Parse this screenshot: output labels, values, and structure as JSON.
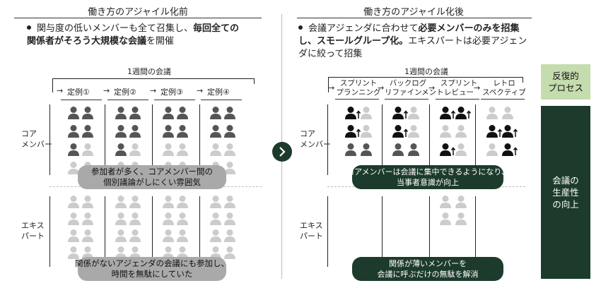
{
  "colors": {
    "dark_green": "#1d3b2c",
    "light_green": "#c5dcae",
    "person_dark": "#555555",
    "person_light": "#cccccc",
    "person_black": "#111111",
    "pill_gray": "#a9a9a9"
  },
  "before": {
    "title": "働き方のアジャイル化前",
    "bullet_plain": "関与度の低いメンバーも全て召集し、",
    "bullet_bold": "毎回全ての関係者がそろう大規模な会議",
    "bullet_tail": "を開催",
    "week_label": "1週間の会議",
    "meetings": [
      "定例①",
      "定例②",
      "定例③",
      "定例④"
    ],
    "core_label": "コア\nメンバー",
    "expert_label": "エキス\nパート",
    "pill_core": "参加者が多く、コアメンバー間の\n個別議論がしにくい雰囲気",
    "pill_expert": "関係がないアジェンダの会議にも参加し、\n時間を無駄にしていた"
  },
  "after": {
    "title": "働き方のアジャイル化後",
    "bullet_plain1": "会議アジェンダに合わせて",
    "bullet_bold1": "必要メンバーのみを招集し、スモールグループ化。",
    "bullet_tail": "エキスパートは必要アジェンダに絞って招集",
    "week_label": "1週間の会議",
    "meetings": [
      "スプリント\nプランニング",
      "バックログ\nリファインメント",
      "スプリント\nレビュー",
      "レトロ\nスペクティブ"
    ],
    "core_label": "コア\nメンバー",
    "expert_label": "エキス\nパート",
    "pill_core": "コアメンバーは会議に集中できるようになり、\n当事者意識が向上",
    "pill_expert": "関係が薄いメンバーを\n会議に呼ぶだけの無駄を解消"
  },
  "right": {
    "box_top": "反復的\nプロセス",
    "box_bottom": "会議の\n生産性\nの向上"
  },
  "icons": {
    "next": "chevron-right-icon",
    "person": "person-icon",
    "arrow": "up-arrow-icon"
  }
}
